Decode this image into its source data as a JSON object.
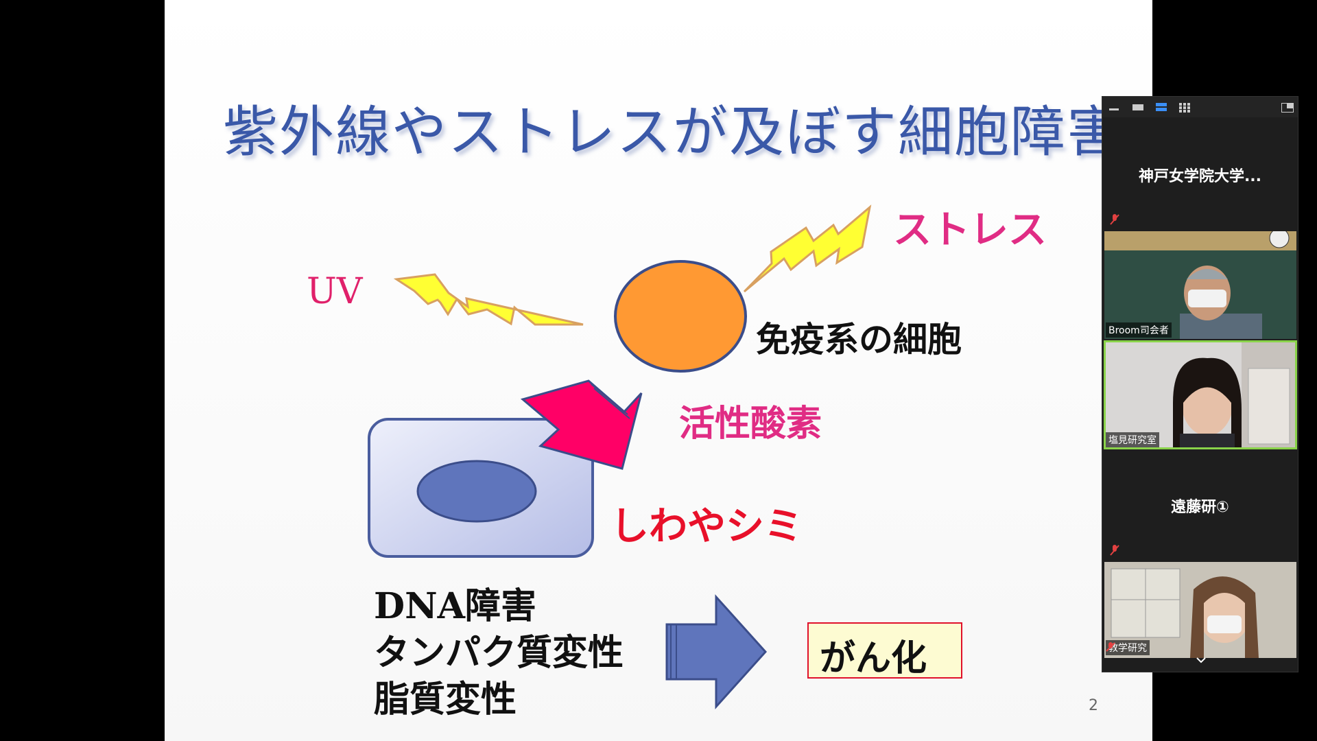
{
  "slide": {
    "title": "紫外線やストレスが及ぼす細胞障害",
    "uv_label": "UV",
    "stress_label": "ストレス",
    "immune_cell_label": "免疫系の細胞",
    "ros_label": "活性酸素",
    "wrinkle_label": "しわやシミ",
    "damage_lines": [
      "DNA障害",
      "タンパク質変性",
      "脂質変性"
    ],
    "cancer_label": "がん化",
    "page_number": "2"
  },
  "colors": {
    "title": "#3a58a8",
    "pink": "#e02c84",
    "red": "#e8102a",
    "lightning": "#ffff33",
    "orange_cell": "#ff9933",
    "nucleus": "#5f75bc",
    "arrow_magenta": "#ff0066",
    "cancer_bg": "#fdfbd2"
  },
  "zoom_panel": {
    "toolbar_icons": [
      "minimize-icon",
      "hide-icon",
      "speaker-view-icon",
      "gallery-view-icon",
      "exit-fullscreen-icon"
    ],
    "participants": [
      {
        "name": "神戸女学院大学...",
        "type": "name-tile",
        "muted": true
      },
      {
        "name": "Broom司会者",
        "type": "video",
        "muted": false
      },
      {
        "name": "塩見研究室",
        "type": "video",
        "muted": false,
        "active_speaker": true
      },
      {
        "name": "遠藤研①",
        "type": "name-tile",
        "muted": true
      },
      {
        "name": "教学研究",
        "type": "video",
        "muted": true
      }
    ],
    "scroll_down_icon": "chevron-down-icon"
  }
}
